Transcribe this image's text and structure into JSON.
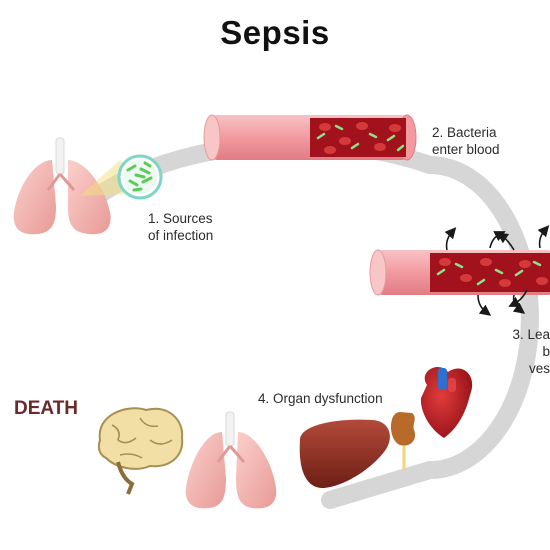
{
  "title": "Sepsis",
  "steps": [
    {
      "line1": "1. Sources",
      "line2": "of infection"
    },
    {
      "line1": "2. Bacteria",
      "line2": "enter blood"
    },
    {
      "line1": "3. Lea",
      "line2": "b",
      "line3": "ves"
    },
    {
      "line1": "4. Organ dysfunction"
    }
  ],
  "outcome_label": "DEATH",
  "colors": {
    "cycle_arc": "#d4d4d4",
    "vessel_wall": "#f2a4a8",
    "blood": "#a2121c",
    "bacteria": "#8fe08a",
    "death_text": "#6b2a2a"
  },
  "icons": [
    "lungs-icon",
    "bacteria-magnifier-icon",
    "blood-vessel-icon",
    "leaky-vessel-icon",
    "heart-icon",
    "kidney-icon",
    "liver-icon",
    "brain-icon"
  ]
}
